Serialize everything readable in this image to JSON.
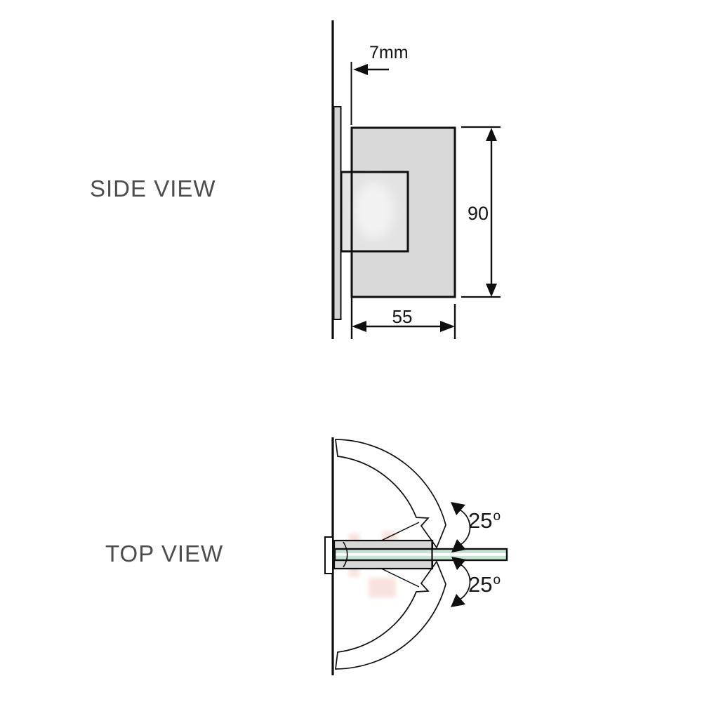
{
  "side_view": {
    "label": "SIDE VIEW",
    "dim_offset": "7mm",
    "dim_height": "90",
    "dim_width": "55"
  },
  "top_view": {
    "label": "TOP VIEW",
    "angle_upper": {
      "value": "25",
      "symbol": "o"
    },
    "angle_lower": {
      "value": "25",
      "symbol": "o"
    }
  },
  "colors": {
    "line": "#0f0f0f",
    "body_gray": "#d9d9d9",
    "backplate_gray": "#d4d4d4",
    "inner_gray": "#e3e3e3",
    "bracket_gray": "#d7d7d7",
    "glass_green": "#c6e3d2",
    "label_gray": "#4d4d4d",
    "watermark_pink": "#f0b4a8"
  }
}
